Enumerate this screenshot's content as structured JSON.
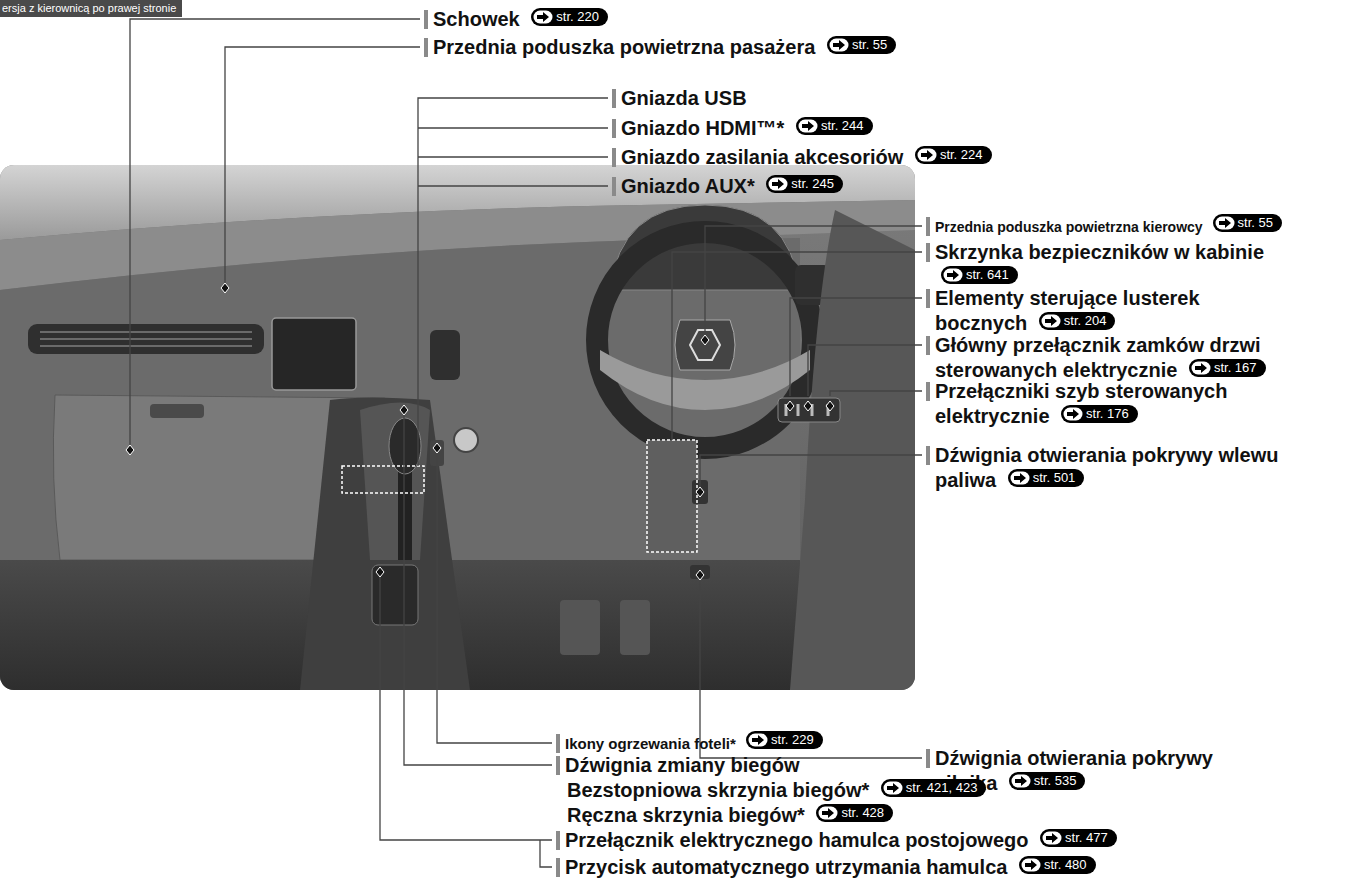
{
  "diagram": {
    "labels": [
      "ersja z kierownicą po prawej stronie",
      "Schowek",
      "str. 220",
      "Przednia poduszka powietrzna pasażera",
      "str. 55",
      "Gniazda USB",
      "Gniazdo HDMI™*",
      "str. 244",
      "Gniazdo zasilania akcesoriów",
      "str. 224",
      "Gniazdo AUX*",
      "str. 245",
      "Przednia poduszka powietrzna kierowcy",
      "str. 55",
      "Skrzynka bezpieczników w kabinie",
      "str. 641",
      "Elementy sterujące lusterek bocznych",
      "str. 204",
      "Główny przełącznik zamków drzwi sterowanych elektrycznie",
      "str. 167",
      "Przełączniki szyb sterowanych elektrycznie",
      "str. 176",
      "Dźwignia otwierania pokrywy wlewu paliwa",
      "str. 501",
      "Dźwignia otwierania pokrywy silnika",
      "str. 535",
      "Ikony ogrzewania foteli*",
      "str. 229",
      "Dźwignia zmiany biegów",
      "Bezstopniowa skrzynia biegów*",
      "str. 421, 423",
      "Ręczna skrzynia biegów*",
      "str. 428",
      "Przełącznik elektrycznego hamulca postojowego",
      "str. 477",
      "Przycisk automatycznego utrzymania hamulca",
      "str. 480"
    ]
  }
}
